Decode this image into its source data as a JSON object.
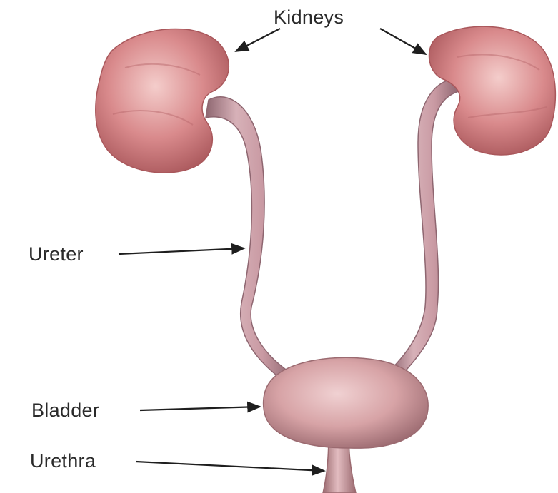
{
  "diagram": {
    "labels": {
      "kidneys": "Kidneys",
      "ureter": "Ureter",
      "bladder": "Bladder",
      "urethra": "Urethra"
    },
    "colors": {
      "kidney": "#d98a8c",
      "kidney_dark": "#a9575b",
      "kidney_light": "#f1c3c2",
      "ureter": "#c99aa3",
      "ureter_dark": "#8e6670",
      "bladder": "#d7a3a6",
      "bladder_dark": "#9b6a70",
      "label_text": "#2a2a2a",
      "leader_line": "#1e1e1e"
    }
  }
}
